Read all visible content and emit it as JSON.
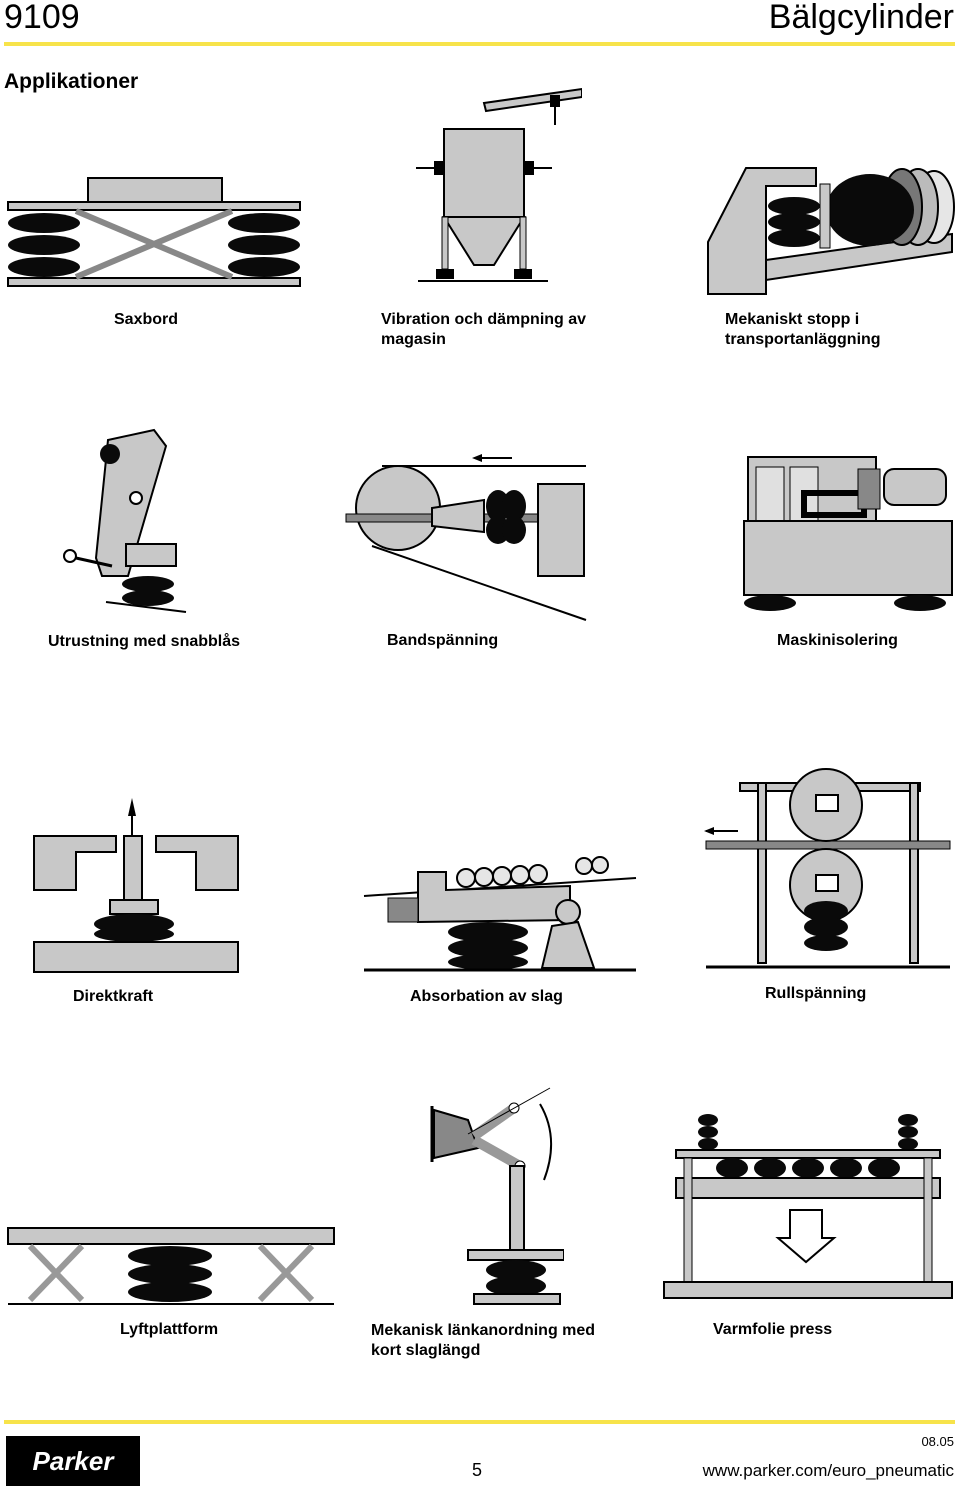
{
  "header": {
    "number": "9109",
    "title": "Bälgcylinder"
  },
  "section_title": "Applikationer",
  "captions": {
    "saxbord": "Saxbord",
    "vibration_l1": "Vibration och dämpning av",
    "vibration_l2": "magasin",
    "mek_stopp_l1": "Mekaniskt stopp i",
    "mek_stopp_l2": "transportanläggning",
    "snabblas": "Utrustning med snabblås",
    "bandspanning": "Bandspänning",
    "maskinisolering": "Maskinisolering",
    "direktkraft": "Direktkraft",
    "absorbation": "Absorbation av slag",
    "rullspanning": "Rullspänning",
    "lyftplattform": "Lyftplattform",
    "lank_l1": "Mekanisk länkanordning med",
    "lank_l2": "kort slaglängd",
    "varmfolie": "Varmfolie press"
  },
  "footer": {
    "logo_text": "Parker",
    "page_number": "5",
    "date": "08.05",
    "url": "www.parker.com/euro_pneumatic"
  },
  "colors": {
    "accent_rule": "#f7e34a",
    "fill_grey": "#c8c8c8",
    "bellow_black": "#0a0a0a"
  }
}
